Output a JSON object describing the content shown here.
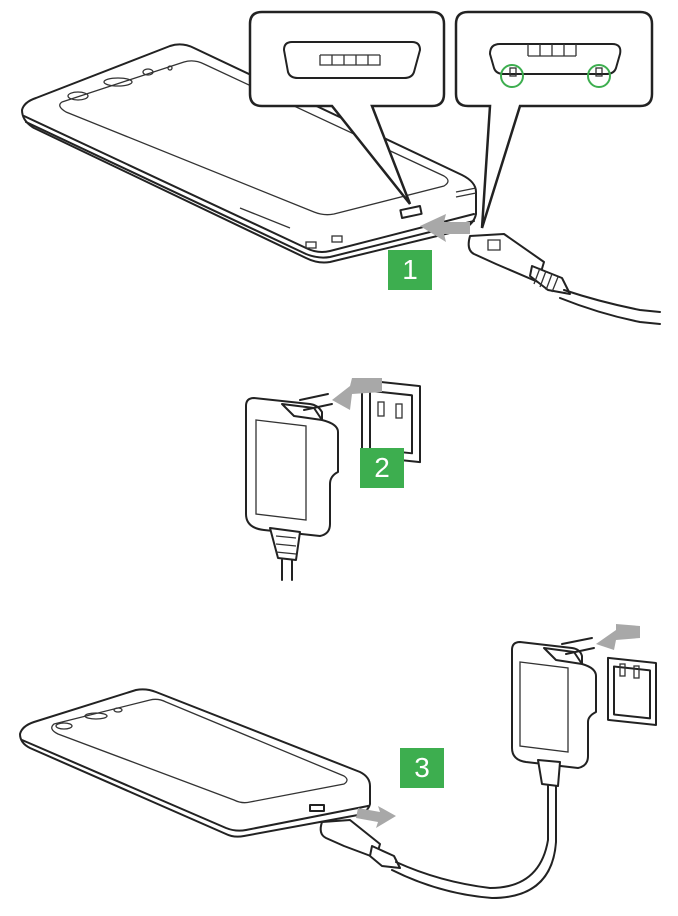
{
  "steps": [
    {
      "number": "1",
      "color": "#3dae4f"
    },
    {
      "number": "2",
      "color": "#3dae4f"
    },
    {
      "number": "3",
      "color": "#3dae4f"
    }
  ],
  "colors": {
    "badge": "#3dae4f",
    "arrow": "#a8a8a8",
    "highlight": "#3dae4f",
    "outline": "#222222"
  },
  "icons": [
    "smartphone-icon",
    "usb-plug-icon",
    "ac-adapter-icon",
    "wall-outlet-icon",
    "arrow-icon"
  ]
}
